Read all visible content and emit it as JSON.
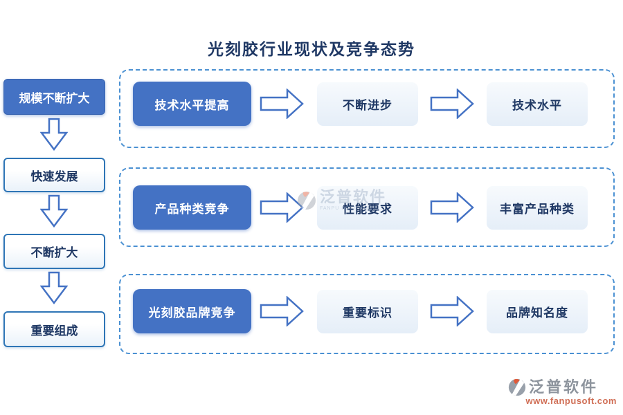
{
  "title": "光刻胶行业现状及竞争态势",
  "left_flow": {
    "items": [
      {
        "label": "规模不断扩大"
      },
      {
        "label": "快速发展"
      },
      {
        "label": "不断扩大"
      },
      {
        "label": "重要组成"
      }
    ]
  },
  "rows": [
    {
      "source": "技术水平提高",
      "middle": "不断进步",
      "result": "技术水平"
    },
    {
      "source": "产品种类竞争",
      "middle": "性能要求",
      "result": "丰富产品种类"
    },
    {
      "source": "光刻胶品牌竞争",
      "middle": "重要标识",
      "result": "品牌知名度"
    }
  ],
  "watermark": {
    "brand": "泛普软件",
    "brand_en": "FANPU SOFTWARE"
  },
  "footer_logo": {
    "brand": "泛普软件",
    "url": "www.fanpusoft.com"
  },
  "colors": {
    "primary_blue": "#4472c4",
    "navy_text": "#1f3864",
    "dashed_border": "#4a90d2",
    "outline_border": "#2e75b6",
    "light_box_fill": "#e9f0f9",
    "logo_gray": "#8d949d",
    "logo_salmon": "#d06e55"
  }
}
